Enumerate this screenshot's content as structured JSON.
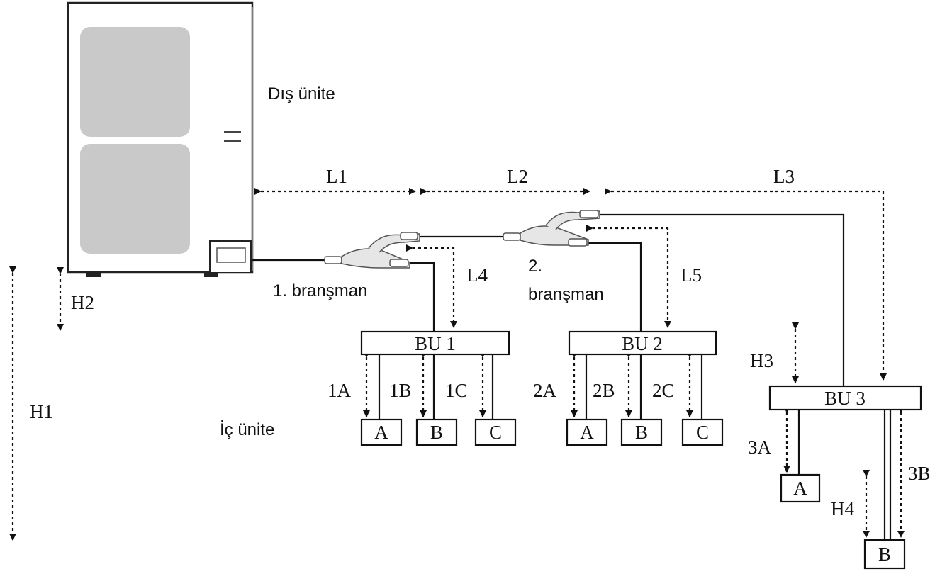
{
  "outdoor_unit": {
    "label": "Dış ünite"
  },
  "indoor_label": "İç ünite",
  "branches": {
    "first": "1. branşman",
    "second_num": "2.",
    "second_word": "branşman"
  },
  "lengths": {
    "l1": "L1",
    "l2": "L2",
    "l3": "L3",
    "l4": "L4",
    "l5": "L5"
  },
  "heights": {
    "h1": "H1",
    "h2": "H2",
    "h3": "H3",
    "h4": "H4"
  },
  "branch_units": [
    {
      "label": "BU 1",
      "indoor": [
        "A",
        "B",
        "C"
      ],
      "dims": [
        "1A",
        "1B",
        "1C"
      ]
    },
    {
      "label": "BU 2",
      "indoor": [
        "A",
        "B",
        "C"
      ],
      "dims": [
        "2A",
        "2B",
        "2C"
      ]
    },
    {
      "label": "BU 3",
      "indoor": [
        "A",
        "B"
      ],
      "dims": [
        "3A",
        "3B"
      ]
    }
  ]
}
